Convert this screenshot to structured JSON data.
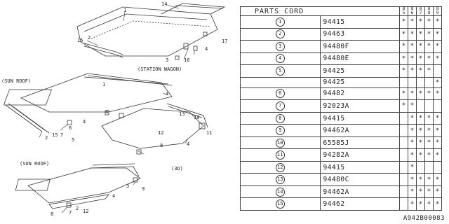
{
  "table": {
    "header": "PARTS CORD",
    "year_columns": [
      "85",
      "86",
      "87",
      "88",
      "89"
    ],
    "rows": [
      {
        "idx": "1",
        "code": "94415",
        "marks": [
          "*",
          "*",
          "*",
          "*",
          "*"
        ]
      },
      {
        "idx": "2",
        "code": "94463",
        "marks": [
          "*",
          "*",
          "*",
          "*",
          "*"
        ]
      },
      {
        "idx": "3",
        "code": "94480F",
        "marks": [
          "*",
          "*",
          "*",
          "*",
          "*"
        ]
      },
      {
        "idx": "4",
        "code": "94480E",
        "marks": [
          "*",
          "*",
          "*",
          "*",
          "*"
        ]
      },
      {
        "idx": "5",
        "code": "94425",
        "marks": [
          "*",
          "*",
          "*",
          "*",
          ""
        ]
      },
      {
        "idx": "",
        "code": "94425",
        "marks": [
          "",
          "",
          "",
          "",
          "*"
        ]
      },
      {
        "idx": "6",
        "code": "94482",
        "marks": [
          "*",
          "*",
          "*",
          "*",
          "*"
        ]
      },
      {
        "idx": "7",
        "code": "92023A",
        "marks": [
          "*",
          "*",
          "",
          "",
          ""
        ]
      },
      {
        "idx": "8",
        "code": "94415",
        "marks": [
          "",
          "*",
          "*",
          "*",
          "*"
        ]
      },
      {
        "idx": "9",
        "code": "94462A",
        "marks": [
          "",
          "*",
          "*",
          "*",
          "*"
        ]
      },
      {
        "idx": "10",
        "code": "65585J",
        "marks": [
          "",
          "*",
          "*",
          "*",
          "*"
        ]
      },
      {
        "idx": "11",
        "code": "94282A",
        "marks": [
          "",
          "*",
          "*",
          "*",
          "*"
        ]
      },
      {
        "idx": "12",
        "code": "94415",
        "marks": [
          "",
          "*",
          "",
          "",
          ""
        ]
      },
      {
        "idx": "13",
        "code": "94480C",
        "marks": [
          "",
          "*",
          "*",
          "*",
          "*"
        ]
      },
      {
        "idx": "14",
        "code": "94462A",
        "marks": [
          "",
          "*",
          "*",
          "*",
          "*"
        ]
      },
      {
        "idx": "15",
        "code": "94462",
        "marks": [
          "",
          "*",
          "*",
          "*",
          "*"
        ]
      }
    ]
  },
  "diagram": {
    "labels": {
      "sun_roof_1": "(SUN ROOF)",
      "sun_roof_2": "(SUN ROOF)",
      "station_wagon": "(STATION WAGON)",
      "three_door": "(3D)"
    },
    "callouts": [
      "1",
      "14",
      "2",
      "15",
      "3",
      "16",
      "17",
      "4",
      "4",
      "1",
      "4",
      "4",
      "13",
      "10",
      "11",
      "12",
      "15",
      "2",
      "7",
      "6",
      "5",
      "8",
      "4",
      "9",
      "3",
      "4",
      "12",
      "8",
      "7",
      "2"
    ]
  },
  "reference_code": "A942B00083"
}
